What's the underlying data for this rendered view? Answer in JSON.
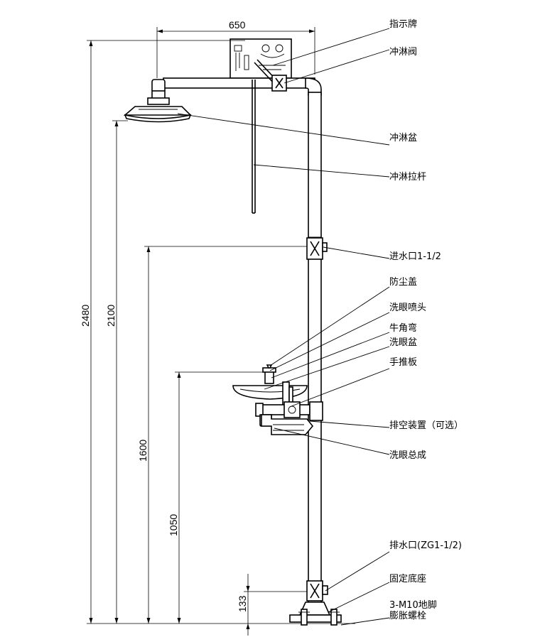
{
  "dimensions": {
    "width_650": "650",
    "total_height": "2480",
    "showerhead_height": "2100",
    "inlet_height": "1600",
    "eyewash_height": "1050",
    "base_height": "133"
  },
  "labels": {
    "sign": "指示牌",
    "shower_valve": "冲淋阀",
    "shower_head": "冲淋盆",
    "pull_rod": "冲淋拉杆",
    "water_inlet": "进水口1-1/2",
    "dust_cover": "防尘盖",
    "eyewash_nozzle": "洗眼喷头",
    "elbow": "牛角弯",
    "eyewash_bowl": "洗眼盆",
    "push_plate": "手推板",
    "drain_device": "排空装置（可选）",
    "eyewash_assembly": "洗眼总成",
    "drain_outlet": "排水口(ZG1-1/2)",
    "fixed_base": "固定底座",
    "anchor_line1": "3-M10地脚",
    "anchor_line2": "膨胀螺栓"
  }
}
